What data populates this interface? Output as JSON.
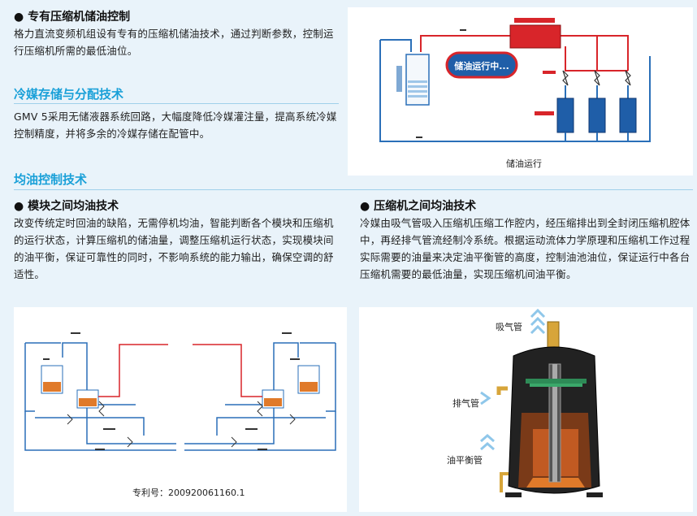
{
  "s1": {
    "heading": "● 专有压缩机储油控制",
    "para": "格力直流变频机组设有专有的压缩机储油技术，通过判断参数，控制运行压缩机所需的最低油位。"
  },
  "s2": {
    "title": "冷媒存储与分配技术",
    "para": "GMV 5采用无储液器系统回路，大幅度降低冷媒灌注量，提高系统冷媒控制精度，并将多余的冷媒存储在配管中。"
  },
  "s3": {
    "title": "均油控制技术",
    "left_heading": "● 模块之间均油技术",
    "left_para": "改变传统定时回油的缺陷，无需停机均油，智能判断各个模块和压缩机的运行状态，计算压缩机的储油量，调整压缩机运行状态，实现模块间的油平衡，保证可靠性的同时，不影响系统的能力输出，确保空调的舒适性。",
    "right_heading": "● 压缩机之间均油技术",
    "right_para": "冷媒由吸气管吸入压缩机压缩工作腔内，经压缩排出到全封闭压缩机腔体中，再经排气管流经制冷系统。根据运动流体力学原理和压缩机工作过程实际需要的油量来决定油平衡管的高度，控制油池油位，保证运行中各台压缩机需要的最低油量，实现压缩机间油平衡。"
  },
  "fig1": {
    "caption": "储油运行",
    "bubble": "储油运行中..."
  },
  "fig2": {
    "caption": "专利号：200920061160.1"
  },
  "fig3": {
    "label_suction": "吸气管",
    "label_discharge": "排气管",
    "label_oil_balance": "油平衡管"
  },
  "colors": {
    "accent": "#1aa0d8",
    "pipe_red": "#d8252a",
    "pipe_blue": "#2a6fb8",
    "oil_orange": "#e07a2a"
  }
}
